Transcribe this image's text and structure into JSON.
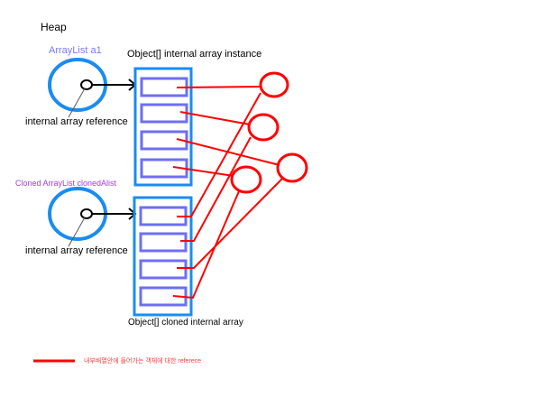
{
  "title": "Heap",
  "arraylist_original": {
    "label": "ArrayList a1",
    "reference_label": "internal array reference"
  },
  "arraylist_cloned": {
    "label": "Cloned ArrayList clonedAlist",
    "reference_label": "internal array reference"
  },
  "array_original": {
    "label": "Object[] internal array instance",
    "slot_count": 4
  },
  "array_cloned": {
    "label": "Object[] cloned internal array",
    "slot_count": 4
  },
  "objects": {
    "count": 4
  },
  "legend": {
    "text": "내부배열안에 들어가는 객체에 대한 referece"
  },
  "colors": {
    "list_circle": "#1a8cf0",
    "array_border": "#1a8cf0",
    "slot_border": "#6e6ef5",
    "reference_line": "#ff0000",
    "arraylist_label": "#7a78f0",
    "cloned_label": "#a040e0"
  }
}
